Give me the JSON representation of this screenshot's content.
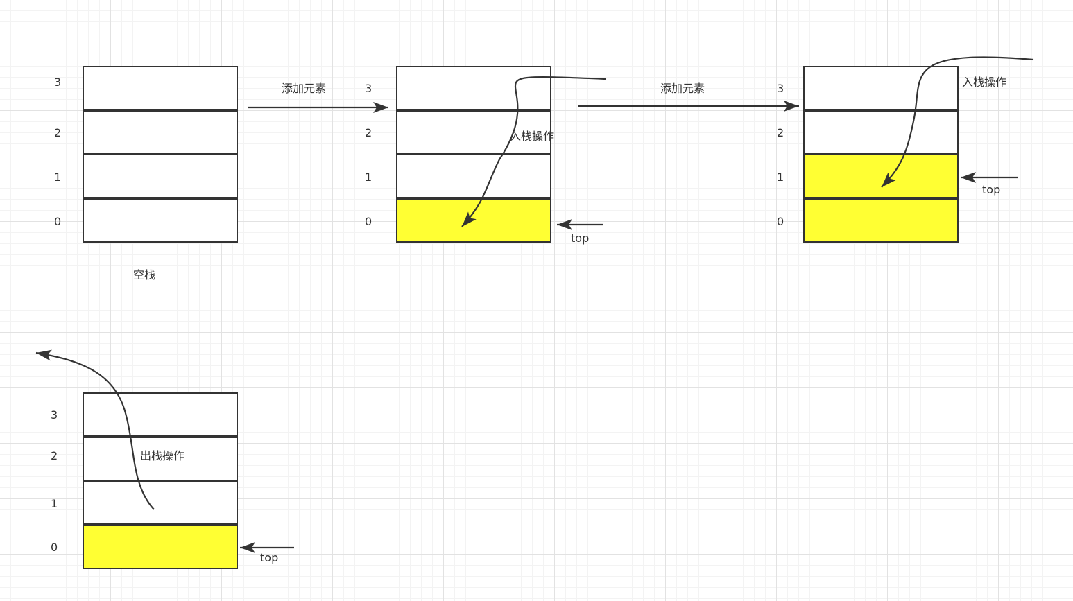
{
  "indices": [
    "0",
    "1",
    "2",
    "3"
  ],
  "stage1": {
    "caption": "空栈"
  },
  "arrow1": {
    "label": "添加元素"
  },
  "stage2": {
    "push_label": "入栈操作",
    "top_label": "top"
  },
  "arrow2": {
    "label": "添加元素"
  },
  "stage3": {
    "push_label": "入栈操作",
    "top_label": "top"
  },
  "stage4": {
    "pop_label": "出栈操作",
    "top_label": "top"
  },
  "colors": {
    "filled": "#ffff33",
    "stroke": "#333333",
    "empty": "#ffffff"
  }
}
